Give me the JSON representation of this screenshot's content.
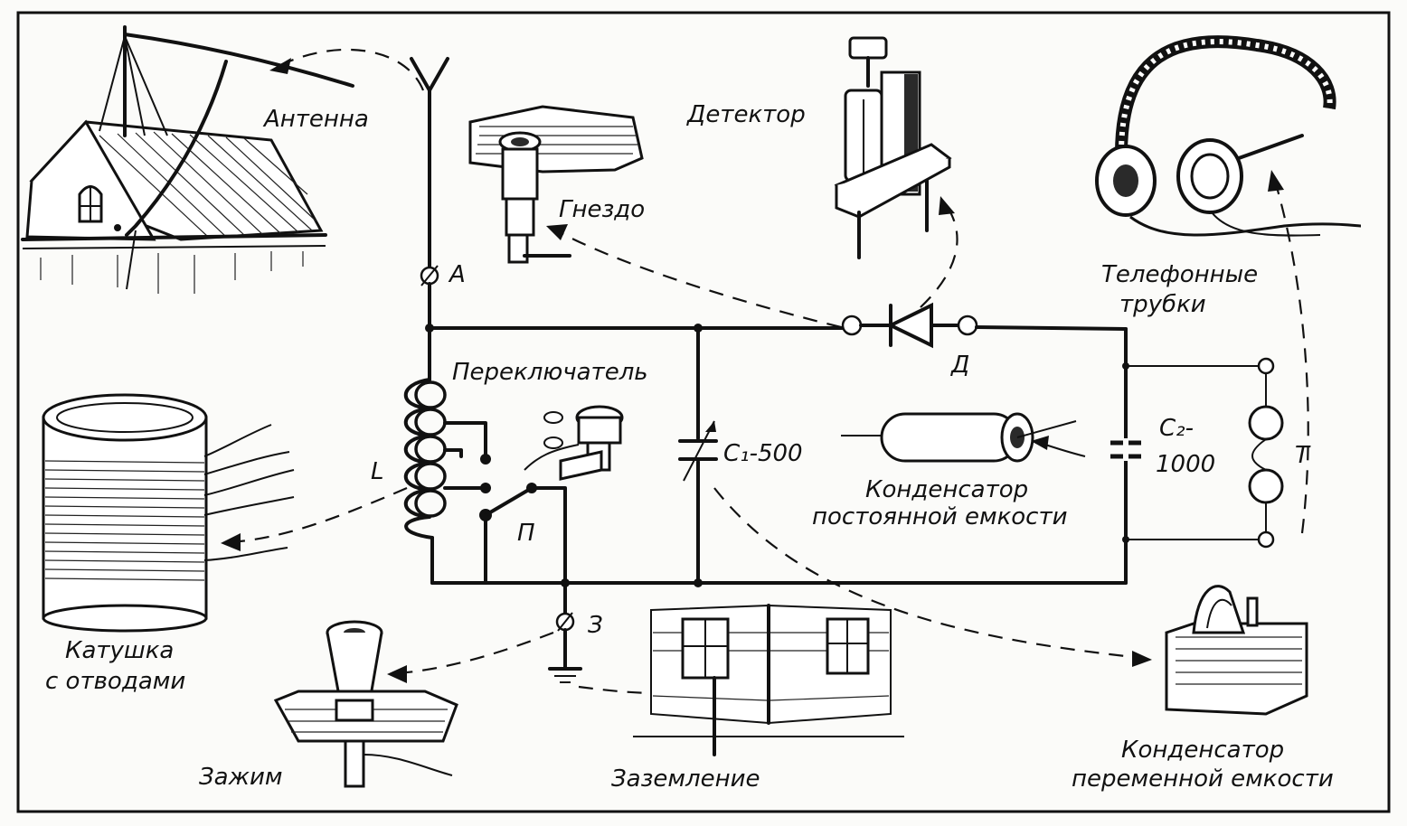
{
  "labels": {
    "antenna": "Антенна",
    "detector": "Детектор",
    "jack": "Гнездо",
    "headphones_1": "Телефонные",
    "headphones_2": "трубки",
    "switch": "Переключатель",
    "inductor": "L",
    "terminal_a": "A",
    "switch_p": "П",
    "diode_d": "Д",
    "c1": "C₁-500",
    "c2_1": "C₂-",
    "c2_2": "1000",
    "phones_t": "T",
    "fixed_cap_1": "Конденсатор",
    "fixed_cap_2": "постоянной емкости",
    "coil_1": "Катушка",
    "coil_2": "с отводами",
    "terminal_z": "З",
    "clamp": "Зажим",
    "grounding": "Заземление",
    "var_cap_1": "Конденсатор",
    "var_cap_2": "переменной емкости"
  },
  "colors": {
    "ink": "#111111",
    "paper": "#fbfbf9"
  }
}
